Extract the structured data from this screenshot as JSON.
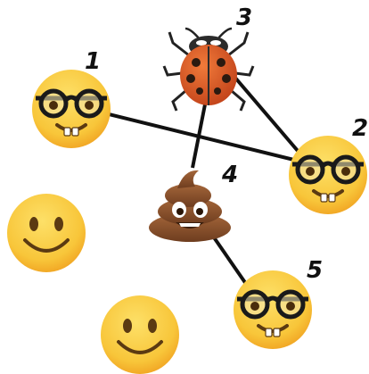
{
  "colors": {
    "edge": "#111111",
    "face_yellow": "#f7b52a",
    "face_light": "#fde068",
    "glasses": "#1a1a1a",
    "ladybug_red": "#d9541e",
    "poop_brown": "#8a5230"
  },
  "nodes": [
    {
      "id": "n1",
      "label": "1",
      "icon": "nerd-face-icon"
    },
    {
      "id": "n2",
      "label": "2",
      "icon": "nerd-face-icon"
    },
    {
      "id": "n3",
      "label": "3",
      "icon": "ladybug-icon"
    },
    {
      "id": "n4",
      "label": "4",
      "icon": "poop-icon"
    },
    {
      "id": "n5",
      "label": "5",
      "icon": "nerd-face-icon"
    },
    {
      "id": "s1",
      "label": "",
      "icon": "smiley-face-icon"
    },
    {
      "id": "s2",
      "label": "",
      "icon": "smiley-face-icon"
    }
  ],
  "edges": [
    {
      "from": "n1",
      "to": "n2"
    },
    {
      "from": "n3",
      "to": "n2"
    },
    {
      "from": "n3",
      "to": "n4"
    },
    {
      "from": "n4",
      "to": "n5"
    }
  ]
}
